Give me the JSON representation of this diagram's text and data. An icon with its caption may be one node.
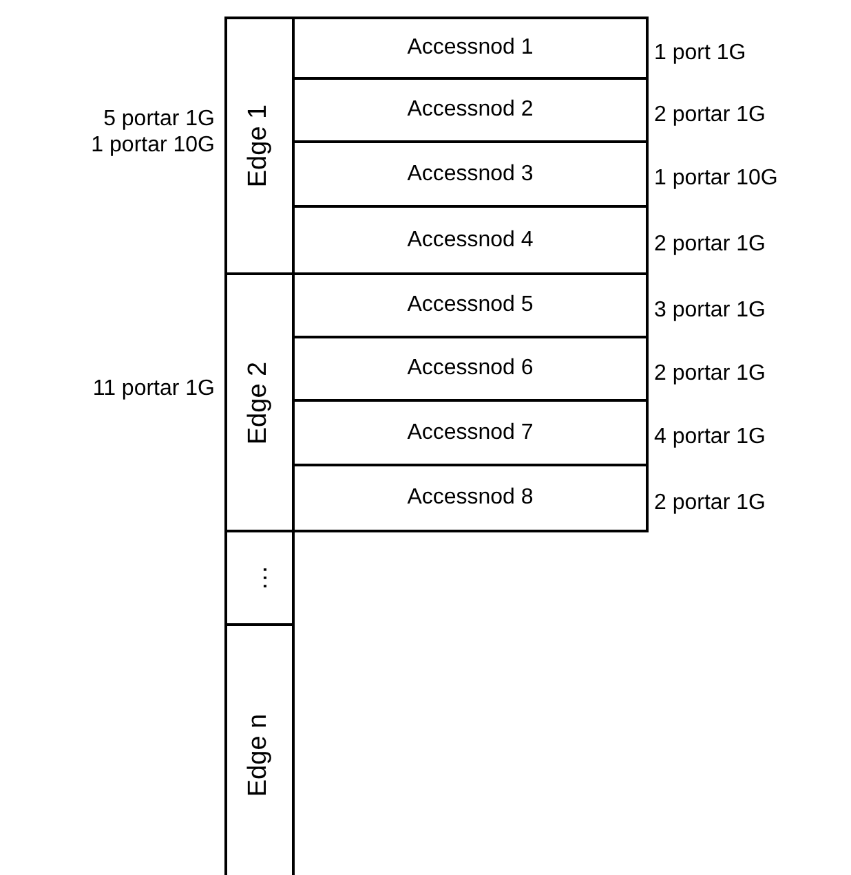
{
  "diagram": {
    "nodes": [
      {
        "text": [
          "Edge 1"
        ],
        "beside": [
          "5 portar 1G",
          "1 portar 10G"
        ]
      },
      {
        "text": [
          "Accessnod 1"
        ],
        "beside": [
          "1 port 1G"
        ]
      },
      {
        "text": [
          "Accessnod 2"
        ],
        "beside": [
          "2 portar 1G"
        ]
      },
      {
        "text": [
          "Accessnod 3"
        ],
        "beside": [
          "1 portar 10G"
        ]
      },
      {
        "text": [
          "Accessnod 4"
        ],
        "beside": [
          "2 portar 1G"
        ]
      },
      {
        "text": [
          "Edge 2"
        ],
        "beside": [
          "11 portar 1G"
        ]
      },
      {
        "text": [
          "Accessnod 5"
        ],
        "beside": [
          "3 portar 1G"
        ]
      },
      {
        "text": [
          "Accessnod 6"
        ],
        "beside": [
          "2 portar 1G"
        ]
      },
      {
        "text": [
          "Accessnod 7"
        ],
        "beside": [
          "4 portar 1G"
        ]
      },
      {
        "text": [
          "Accessnod 8"
        ],
        "beside": [
          "2 portar 1G"
        ]
      },
      {
        "text": [
          "…"
        ]
      },
      {
        "text": [
          "Edge n"
        ]
      }
    ]
  }
}
